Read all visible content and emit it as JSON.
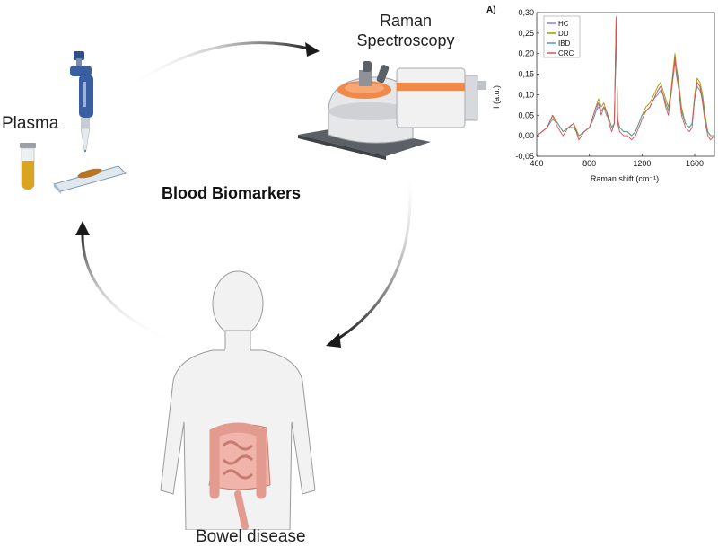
{
  "labels": {
    "plasma": "Plasma",
    "raman_line1": "Raman",
    "raman_line2": "Spectroscopy",
    "title": "Blood Biomarkers",
    "bowel": "Bowel disease"
  },
  "colors": {
    "arrow": "#1a1a1a",
    "pipette_blue": "#3a5fa0",
    "tube_plasma": "#d9a520",
    "instrument_orange": "#f08a4b",
    "body_fill": "#f2f2f2",
    "intestine": "#e39a8f"
  },
  "chart_data": {
    "type": "line",
    "panel_label": "A)",
    "xlabel": "Raman shift (cm⁻¹)",
    "ylabel": "I (a.u.)",
    "xlim": [
      400,
      1750
    ],
    "ylim": [
      -0.05,
      0.3
    ],
    "xticks": [
      "400",
      "800",
      "1200",
      "1600"
    ],
    "xtick_values": [
      400,
      800,
      1200,
      1600
    ],
    "yticks": [
      "-0,05",
      "0,00",
      "0,05",
      "0,10",
      "0,15",
      "0,20",
      "0,25",
      "0,30"
    ],
    "ytick_values": [
      -0.05,
      0,
      0.05,
      0.1,
      0.15,
      0.2,
      0.25,
      0.3
    ],
    "legend_position": "top-left",
    "x": [
      400,
      440,
      480,
      520,
      560,
      600,
      640,
      680,
      720,
      760,
      800,
      830,
      850,
      870,
      890,
      910,
      930,
      950,
      970,
      990,
      1003,
      1015,
      1030,
      1060,
      1090,
      1120,
      1150,
      1175,
      1200,
      1230,
      1260,
      1290,
      1320,
      1340,
      1360,
      1380,
      1400,
      1420,
      1440,
      1450,
      1460,
      1480,
      1500,
      1530,
      1560,
      1580,
      1600,
      1620,
      1640,
      1660,
      1680,
      1700,
      1720,
      1750
    ],
    "series": [
      {
        "name": "HC",
        "color": "#8080ff",
        "values": [
          0.0,
          0.01,
          0.02,
          0.05,
          0.03,
          0.01,
          0.02,
          0.03,
          0.0,
          0.01,
          0.02,
          0.04,
          0.06,
          0.08,
          0.06,
          0.07,
          0.06,
          0.04,
          0.02,
          0.03,
          0.28,
          0.04,
          0.02,
          0.01,
          0.01,
          0.0,
          0.01,
          0.03,
          0.05,
          0.06,
          0.07,
          0.09,
          0.11,
          0.12,
          0.1,
          0.08,
          0.06,
          0.1,
          0.16,
          0.19,
          0.16,
          0.12,
          0.06,
          0.03,
          0.02,
          0.03,
          0.09,
          0.13,
          0.12,
          0.09,
          0.04,
          0.01,
          0.0,
          0.0
        ]
      },
      {
        "name": "DD",
        "color": "#9a9a00",
        "values": [
          0.0,
          0.01,
          0.02,
          0.05,
          0.03,
          0.01,
          0.02,
          0.03,
          0.0,
          0.01,
          0.02,
          0.05,
          0.07,
          0.09,
          0.07,
          0.08,
          0.06,
          0.04,
          0.02,
          0.03,
          0.27,
          0.04,
          0.02,
          0.01,
          0.01,
          0.0,
          0.01,
          0.03,
          0.05,
          0.07,
          0.08,
          0.1,
          0.12,
          0.13,
          0.11,
          0.09,
          0.07,
          0.11,
          0.17,
          0.2,
          0.17,
          0.13,
          0.07,
          0.03,
          0.02,
          0.03,
          0.1,
          0.14,
          0.13,
          0.1,
          0.05,
          0.01,
          0.0,
          0.0
        ]
      },
      {
        "name": "IBD",
        "color": "#4fa3a0",
        "values": [
          0.0,
          0.01,
          0.02,
          0.04,
          0.03,
          0.01,
          0.02,
          0.02,
          0.0,
          0.01,
          0.02,
          0.04,
          0.06,
          0.07,
          0.06,
          0.07,
          0.05,
          0.04,
          0.02,
          0.03,
          0.26,
          0.04,
          0.02,
          0.01,
          0.01,
          0.0,
          0.01,
          0.03,
          0.05,
          0.06,
          0.07,
          0.09,
          0.1,
          0.11,
          0.1,
          0.08,
          0.06,
          0.1,
          0.15,
          0.18,
          0.16,
          0.12,
          0.06,
          0.03,
          0.02,
          0.03,
          0.09,
          0.12,
          0.11,
          0.09,
          0.04,
          0.01,
          0.0,
          0.0
        ]
      },
      {
        "name": "CRC",
        "color": "#e05050",
        "values": [
          0.0,
          0.01,
          0.02,
          0.05,
          0.02,
          0.0,
          0.02,
          0.03,
          -0.01,
          0.01,
          0.02,
          0.05,
          0.07,
          0.08,
          0.05,
          0.07,
          0.06,
          0.03,
          0.01,
          0.03,
          0.29,
          0.03,
          0.01,
          0.0,
          0.0,
          -0.01,
          0.0,
          0.02,
          0.04,
          0.06,
          0.07,
          0.09,
          0.11,
          0.12,
          0.1,
          0.07,
          0.05,
          0.1,
          0.16,
          0.19,
          0.15,
          0.11,
          0.05,
          0.02,
          0.01,
          0.02,
          0.09,
          0.13,
          0.12,
          0.08,
          0.03,
          0.0,
          -0.01,
          0.0
        ]
      }
    ]
  }
}
